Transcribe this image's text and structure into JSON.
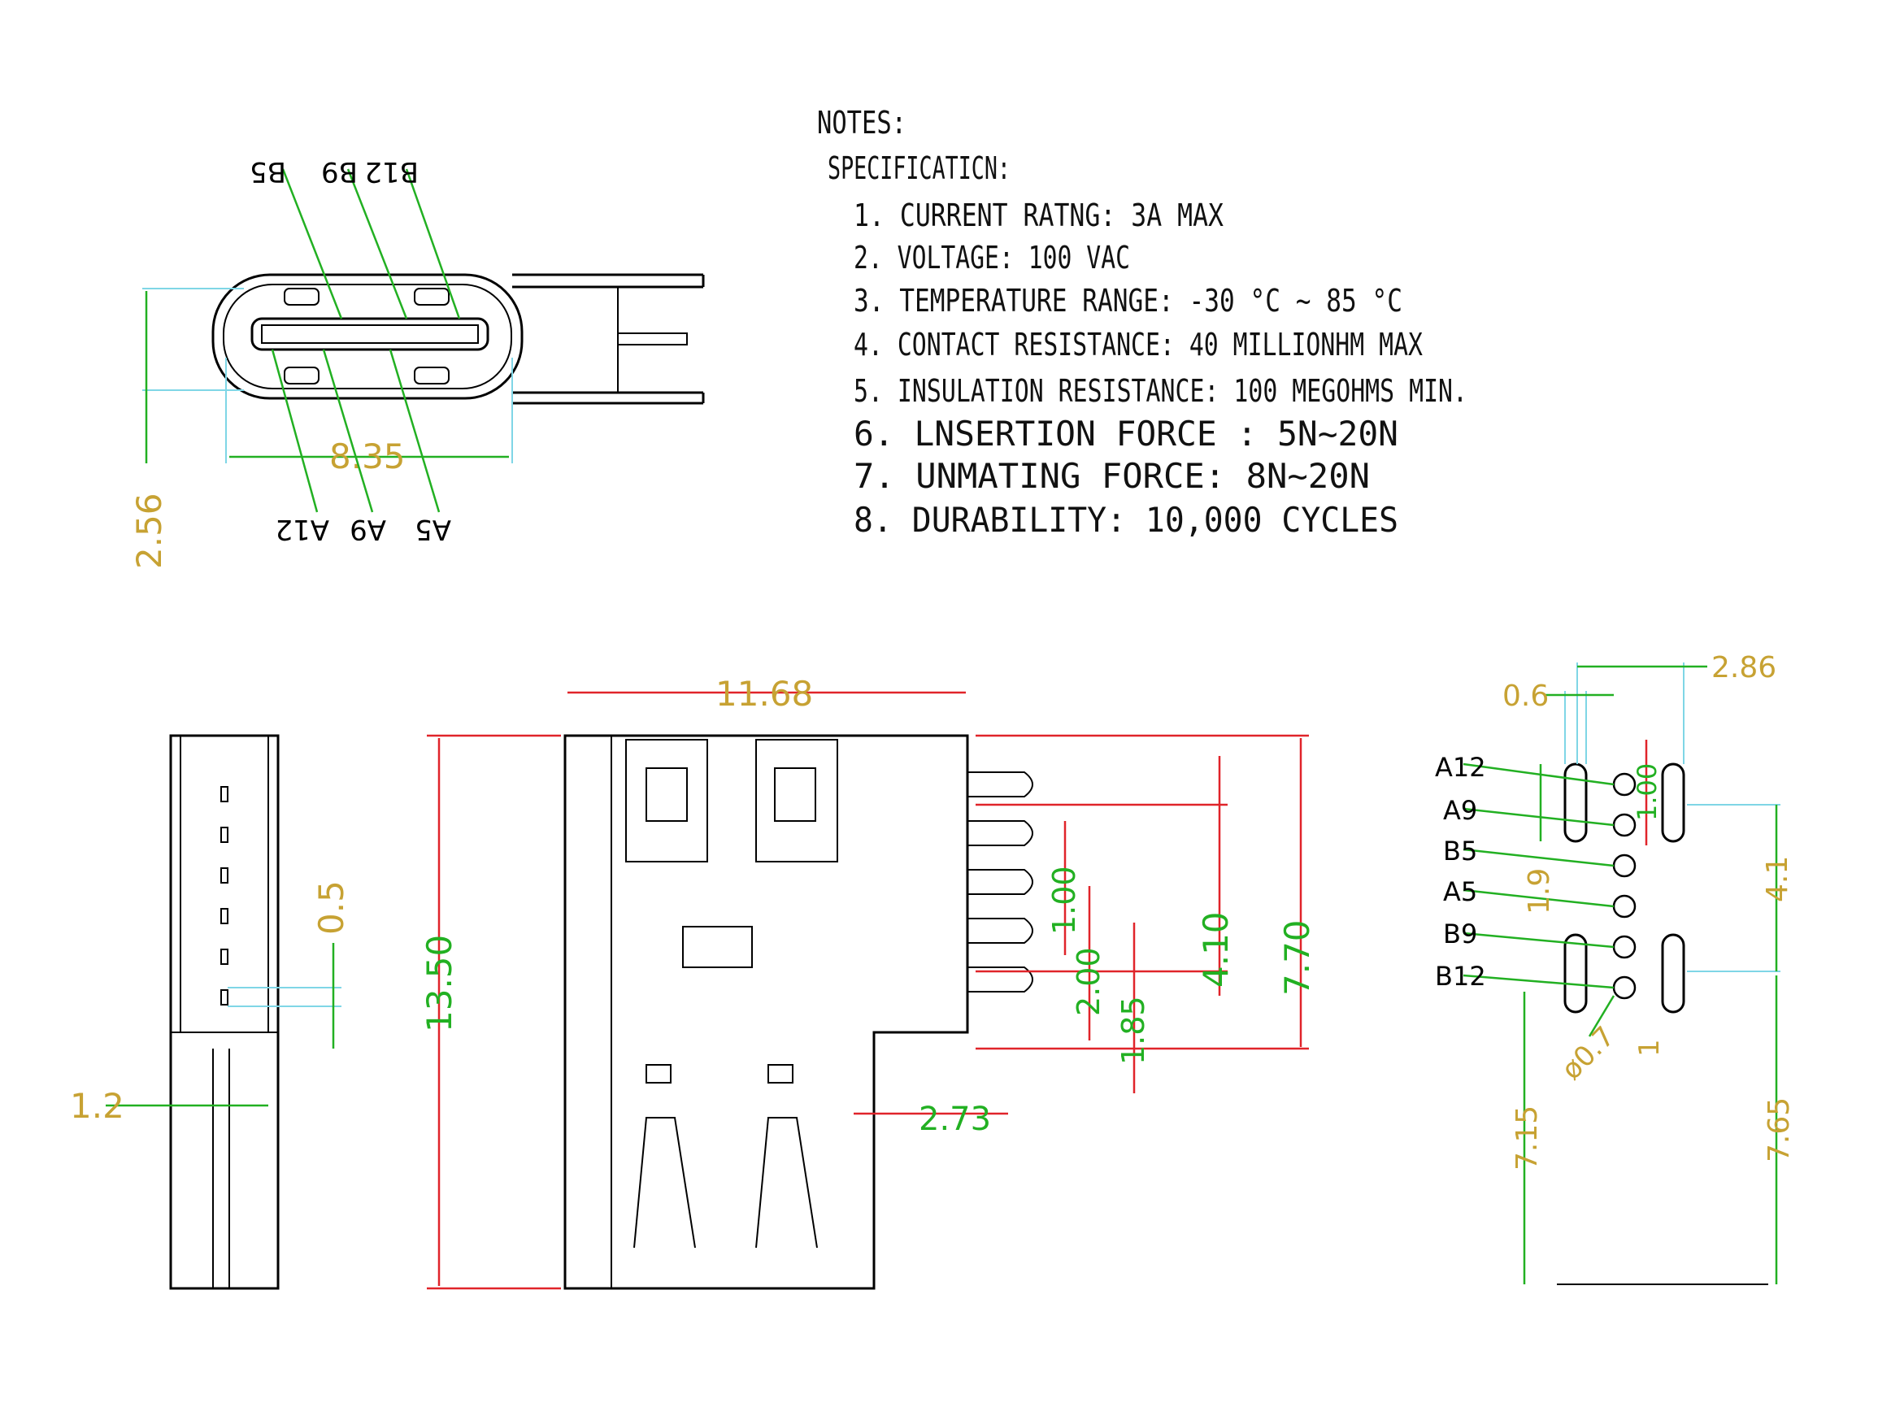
{
  "notes": {
    "heading": "NOTES:",
    "subheading": "SPECIFICATICN:",
    "items": [
      "1. CURRENT RATNG: 3A MAX",
      "2. VOLTAGE: 100 VAC",
      "3. TEMPERATURE RANGE: -30 °C ~ 85 °C",
      "4. CONTACT RESISTANCE: 40 MILLIONHM MAX",
      "5. INSULATION RESISTANCE: 100 MEGOHMS MIN.",
      "6. LNSERTION FORCE : 5N~20N",
      "7. UNMATING FORCE: 8N~20N",
      "8. DURABILITY: 10,000 CYCLES"
    ]
  },
  "front_view": {
    "top_pins": [
      "B5",
      "B9",
      "B12"
    ],
    "bottom_pins": [
      "A12",
      "A9",
      "A5"
    ],
    "width_dim": "8.35",
    "height_dim": "2.56"
  },
  "side_view": {
    "pitch_dim": "0.5",
    "thickness_dim": "1.2"
  },
  "top_view": {
    "width_dim": "11.68",
    "length_dim": "13.50",
    "tail_offset_dim": "2.73",
    "dims": [
      "1.00",
      "2.00",
      "1.85",
      "4.10",
      "7.70"
    ]
  },
  "footprint": {
    "pin_labels": [
      "A12",
      "A9",
      "B5",
      "A5",
      "B9",
      "B12"
    ],
    "dims": {
      "pad_width": "0.6",
      "pad_span": "2.86",
      "pitch": "1.00",
      "pad_length": "1.9",
      "height": "4.1",
      "hole": "ø0.7",
      "gap": "1",
      "left_len": "7.15",
      "right_len": "7.65"
    }
  }
}
